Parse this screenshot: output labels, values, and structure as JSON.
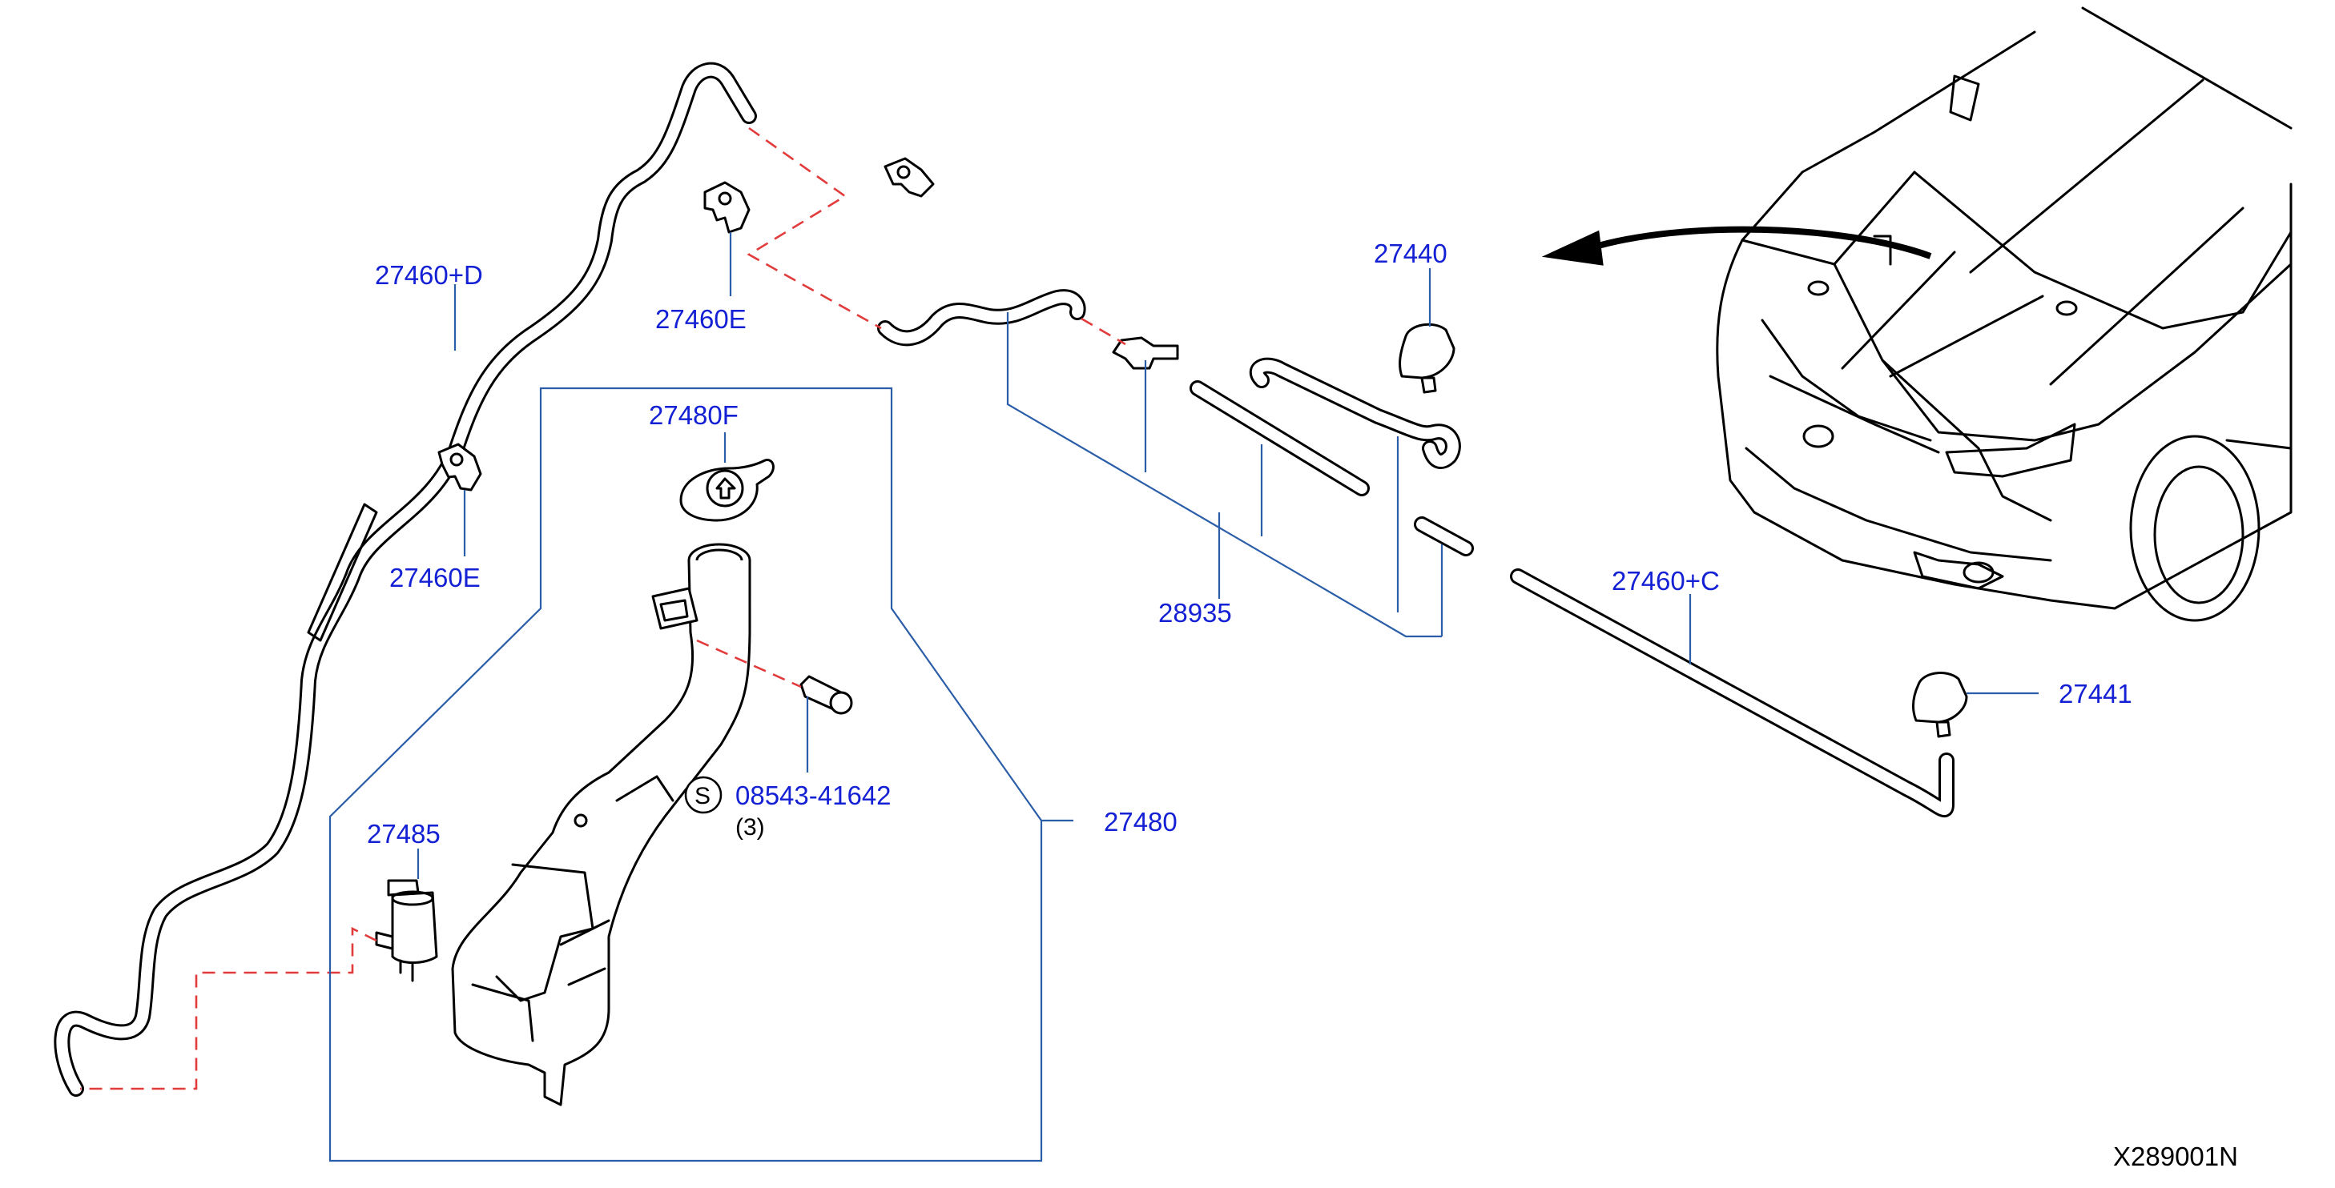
{
  "callouts": {
    "hose_d": "27460+D",
    "clip_e_upper": "27460E",
    "clip_e_lower": "27460E",
    "cap": "27480F",
    "nozzle_right": "27440",
    "hose_set": "28935",
    "hose_c": "27460+C",
    "nozzle_left": "27441",
    "tank_assy": "27480",
    "pump": "27485",
    "bolt": "08543-41642"
  },
  "bolt_qty": "(3)",
  "standard_part_symbol": "S",
  "diagram_code": "X289001N"
}
